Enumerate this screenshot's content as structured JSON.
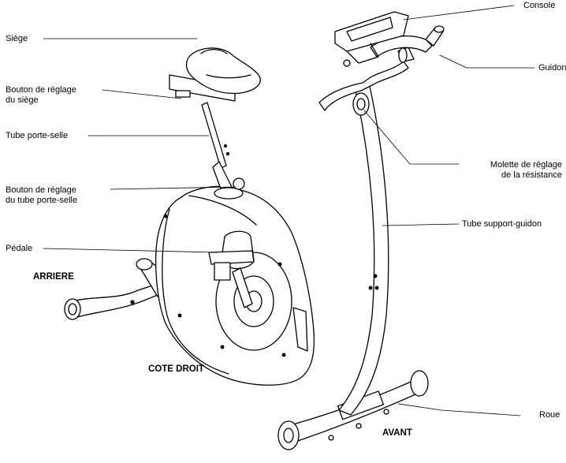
{
  "labels": {
    "console": "Console",
    "guidon": "Guidon",
    "siege": "Siège",
    "bouton_siege_1": "Bouton de réglage",
    "bouton_siege_2": "du siège",
    "tube_porte_selle": "Tube porte-selle",
    "molette_1": "Molette de réglage",
    "molette_2": "de la résistance",
    "bouton_tube_1": "Bouton de réglage",
    "bouton_tube_2": "du tube porte-selle",
    "tube_support": "Tube support-guidon",
    "pedale": "Pédale",
    "arriere": "ARRIERE",
    "cote_droit": "COTE DROIT",
    "avant": "AVANT",
    "roue": "Roue"
  }
}
